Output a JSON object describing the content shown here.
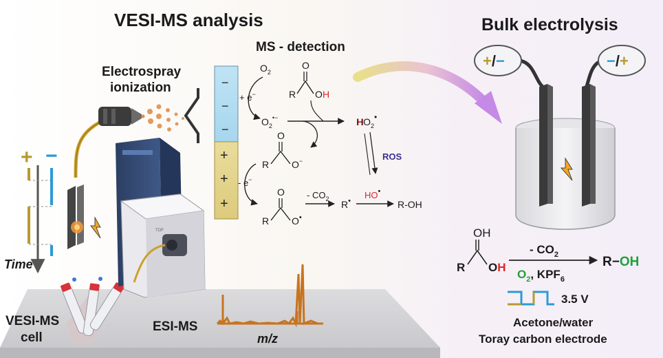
{
  "titles": {
    "left": "VESI-MS analysis",
    "right": "Bulk electrolysis",
    "ms_detection": "MS - detection"
  },
  "labels": {
    "electrospray_line1": "Electrospray",
    "electrospray_line2": "ionization",
    "time": "Time",
    "vesi_cell_line1": "VESI-MS",
    "vesi_cell_line2": "cell",
    "esi_ms": "ESI-MS",
    "mz": "m/z",
    "tof": "TOF"
  },
  "signs": {
    "plus": "+",
    "minus": "−",
    "electrode_left": "+/−",
    "electrode_right": "−/+"
  },
  "mechanism": {
    "o2": "O",
    "o2_sub": "2",
    "plus_e": "+ e",
    "minus_e": "- e",
    "e_sup": "−",
    "o2_radical_sup": "•−",
    "r": "R",
    "o": "O",
    "oh": "OH",
    "h": "H",
    "ho2": "HO",
    "ho2_sub": "2",
    "dot": "•",
    "ros": "ROS",
    "minus_co2": "- CO",
    "co2_sub": "2",
    "r_radical": "R",
    "ho_radical": "HO",
    "r_oh": "R-OH",
    "carboxylate_o_minus": "O",
    "carboxylate_charge": "−"
  },
  "reaction": {
    "minus_co2": "- CO",
    "co2_sub": "2",
    "o2_green": "O",
    "o2_sub": "2",
    "kpf6": ", KPF",
    "kpf6_sub": "6",
    "r": "R",
    "oh": "OH",
    "product_r": "R−",
    "product_oh": "OH",
    "voltage": "3.5 V",
    "condition1": "Acetone/water",
    "condition2": "Toray carbon electrode"
  },
  "colors": {
    "gold": "#b89a2e",
    "blue": "#2a9bd6",
    "red": "#e0242a",
    "green": "#22a03a",
    "purple": "#3b2f8f",
    "copper": "#c8741f",
    "dark": "#1f1f1f"
  }
}
